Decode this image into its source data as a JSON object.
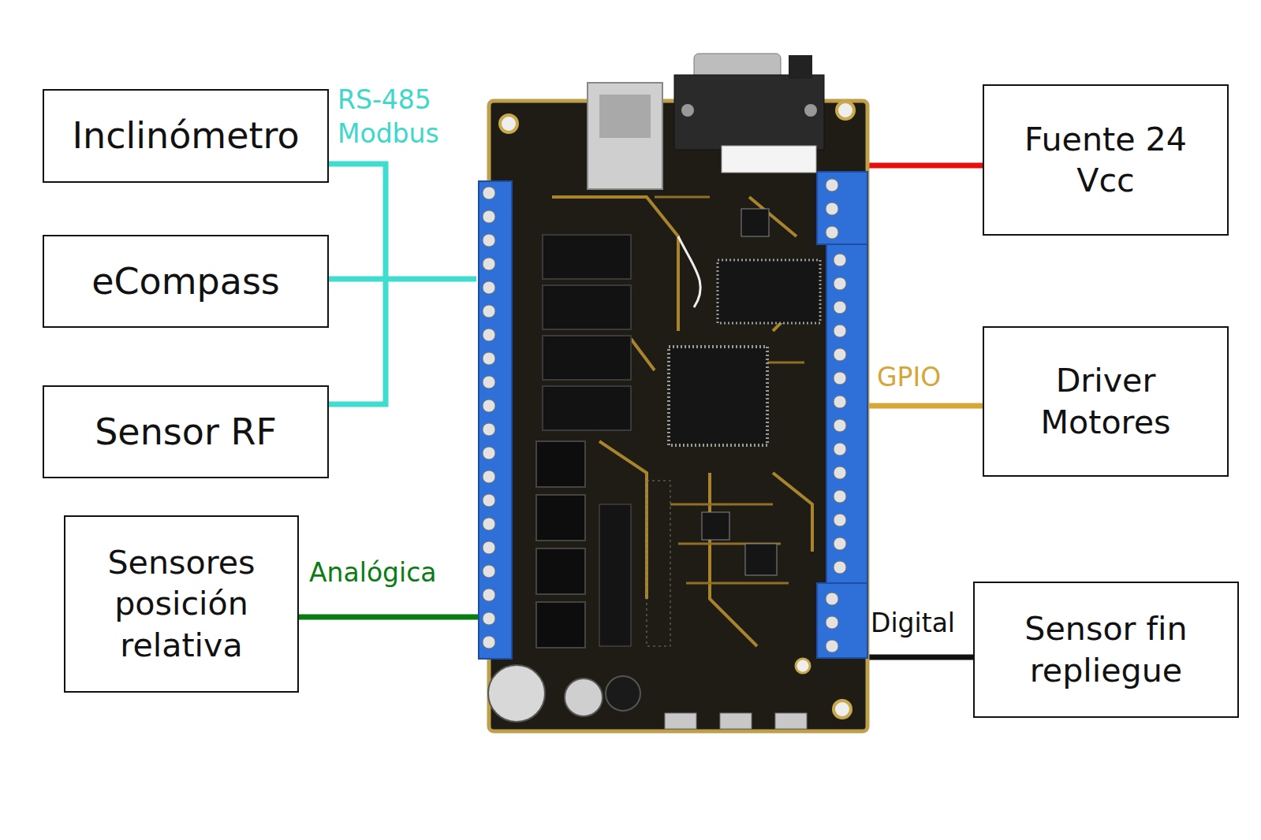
{
  "diagram": {
    "nodes": [
      {
        "text": [
          "Inclinómetro"
        ]
      },
      {
        "text": [
          "eCompass"
        ]
      },
      {
        "text": [
          "Sensor RF"
        ]
      },
      {
        "text": [
          "Sensores posición relativa"
        ]
      },
      {
        "text": [
          "Fuente 24 Vcc"
        ]
      },
      {
        "text": [
          "Driver Motores"
        ]
      },
      {
        "text": [
          "Sensor fin repliegue"
        ]
      }
    ],
    "labels": [
      "RS-485 Modbus",
      "Analógica",
      "GPIO",
      "Digital"
    ]
  }
}
